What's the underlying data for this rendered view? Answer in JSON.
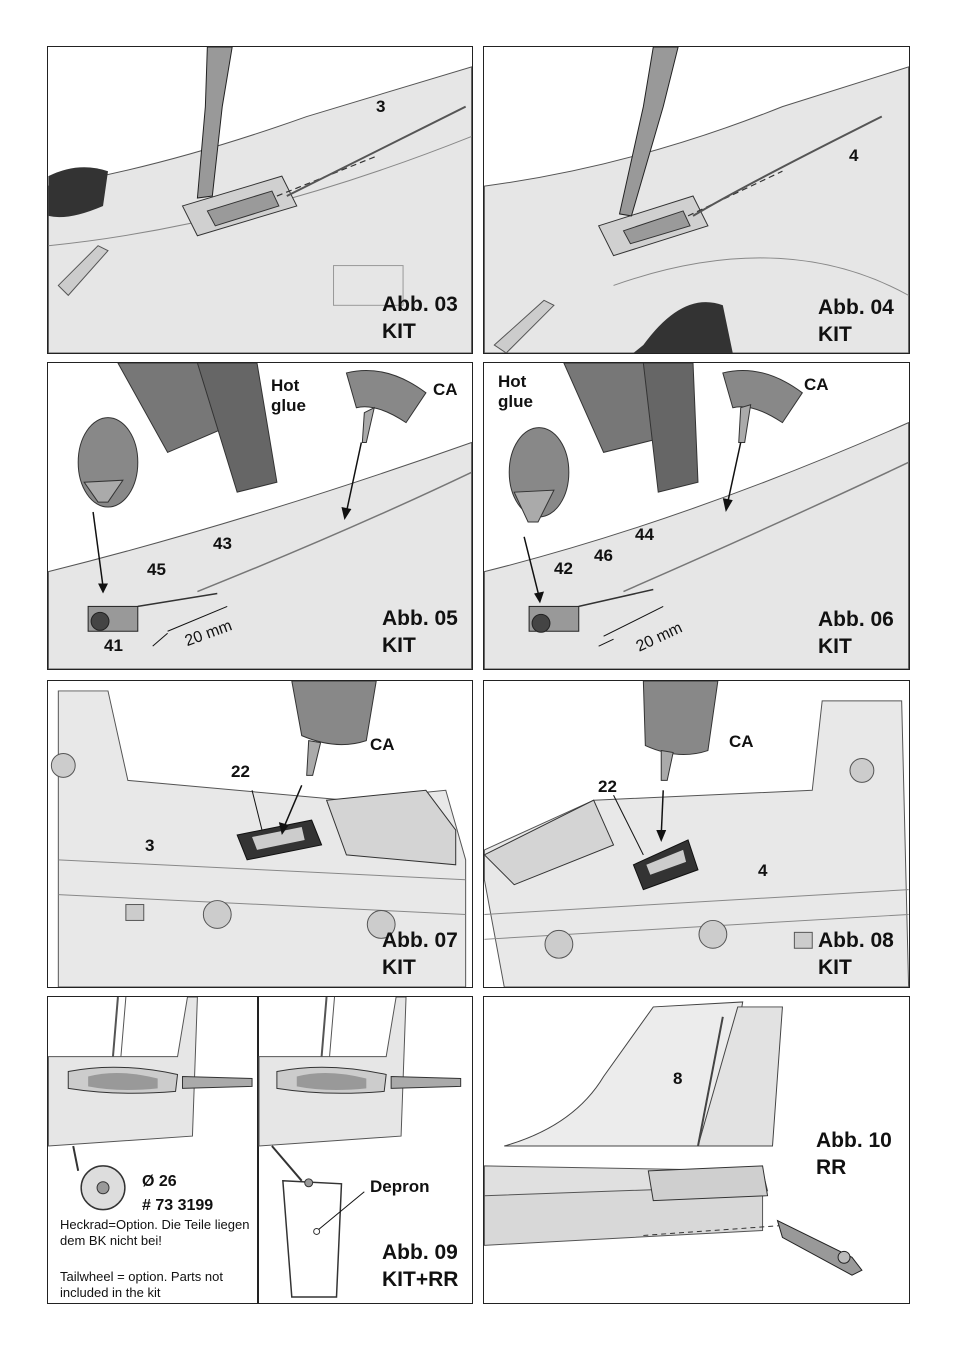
{
  "panels": [
    {
      "caption": "Abb. 03",
      "sub": "KIT",
      "labels": [
        "3"
      ]
    },
    {
      "caption": "Abb. 04",
      "sub": "KIT",
      "labels": [
        "4"
      ]
    },
    {
      "caption": "Abb. 05",
      "sub": "KIT",
      "labels": [
        "Hot",
        "glue",
        "CA",
        "43",
        "45",
        "41",
        "20 mm"
      ]
    },
    {
      "caption": "Abb. 06",
      "sub": "KIT",
      "labels": [
        "Hot",
        "glue",
        "CA",
        "44",
        "42",
        "46",
        "20 mm"
      ]
    },
    {
      "caption": "Abb. 07",
      "sub": "KIT",
      "labels": [
        "CA",
        "22",
        "3"
      ]
    },
    {
      "caption": "Abb. 08",
      "sub": "KIT",
      "labels": [
        "CA",
        "22",
        "4"
      ]
    },
    {
      "caption": "Abb. 09",
      "sub": "KIT+RR",
      "labels": [
        "Ø 26",
        "# 73 3199",
        "Depron"
      ],
      "note_de": "Heckrad=Option. Die Teile liegen dem BK nicht bei!",
      "note_en": "Tailwheel = option. Parts not included in the kit"
    },
    {
      "caption": "Abb. 10",
      "sub": "RR",
      "labels": [
        "8"
      ]
    }
  ]
}
